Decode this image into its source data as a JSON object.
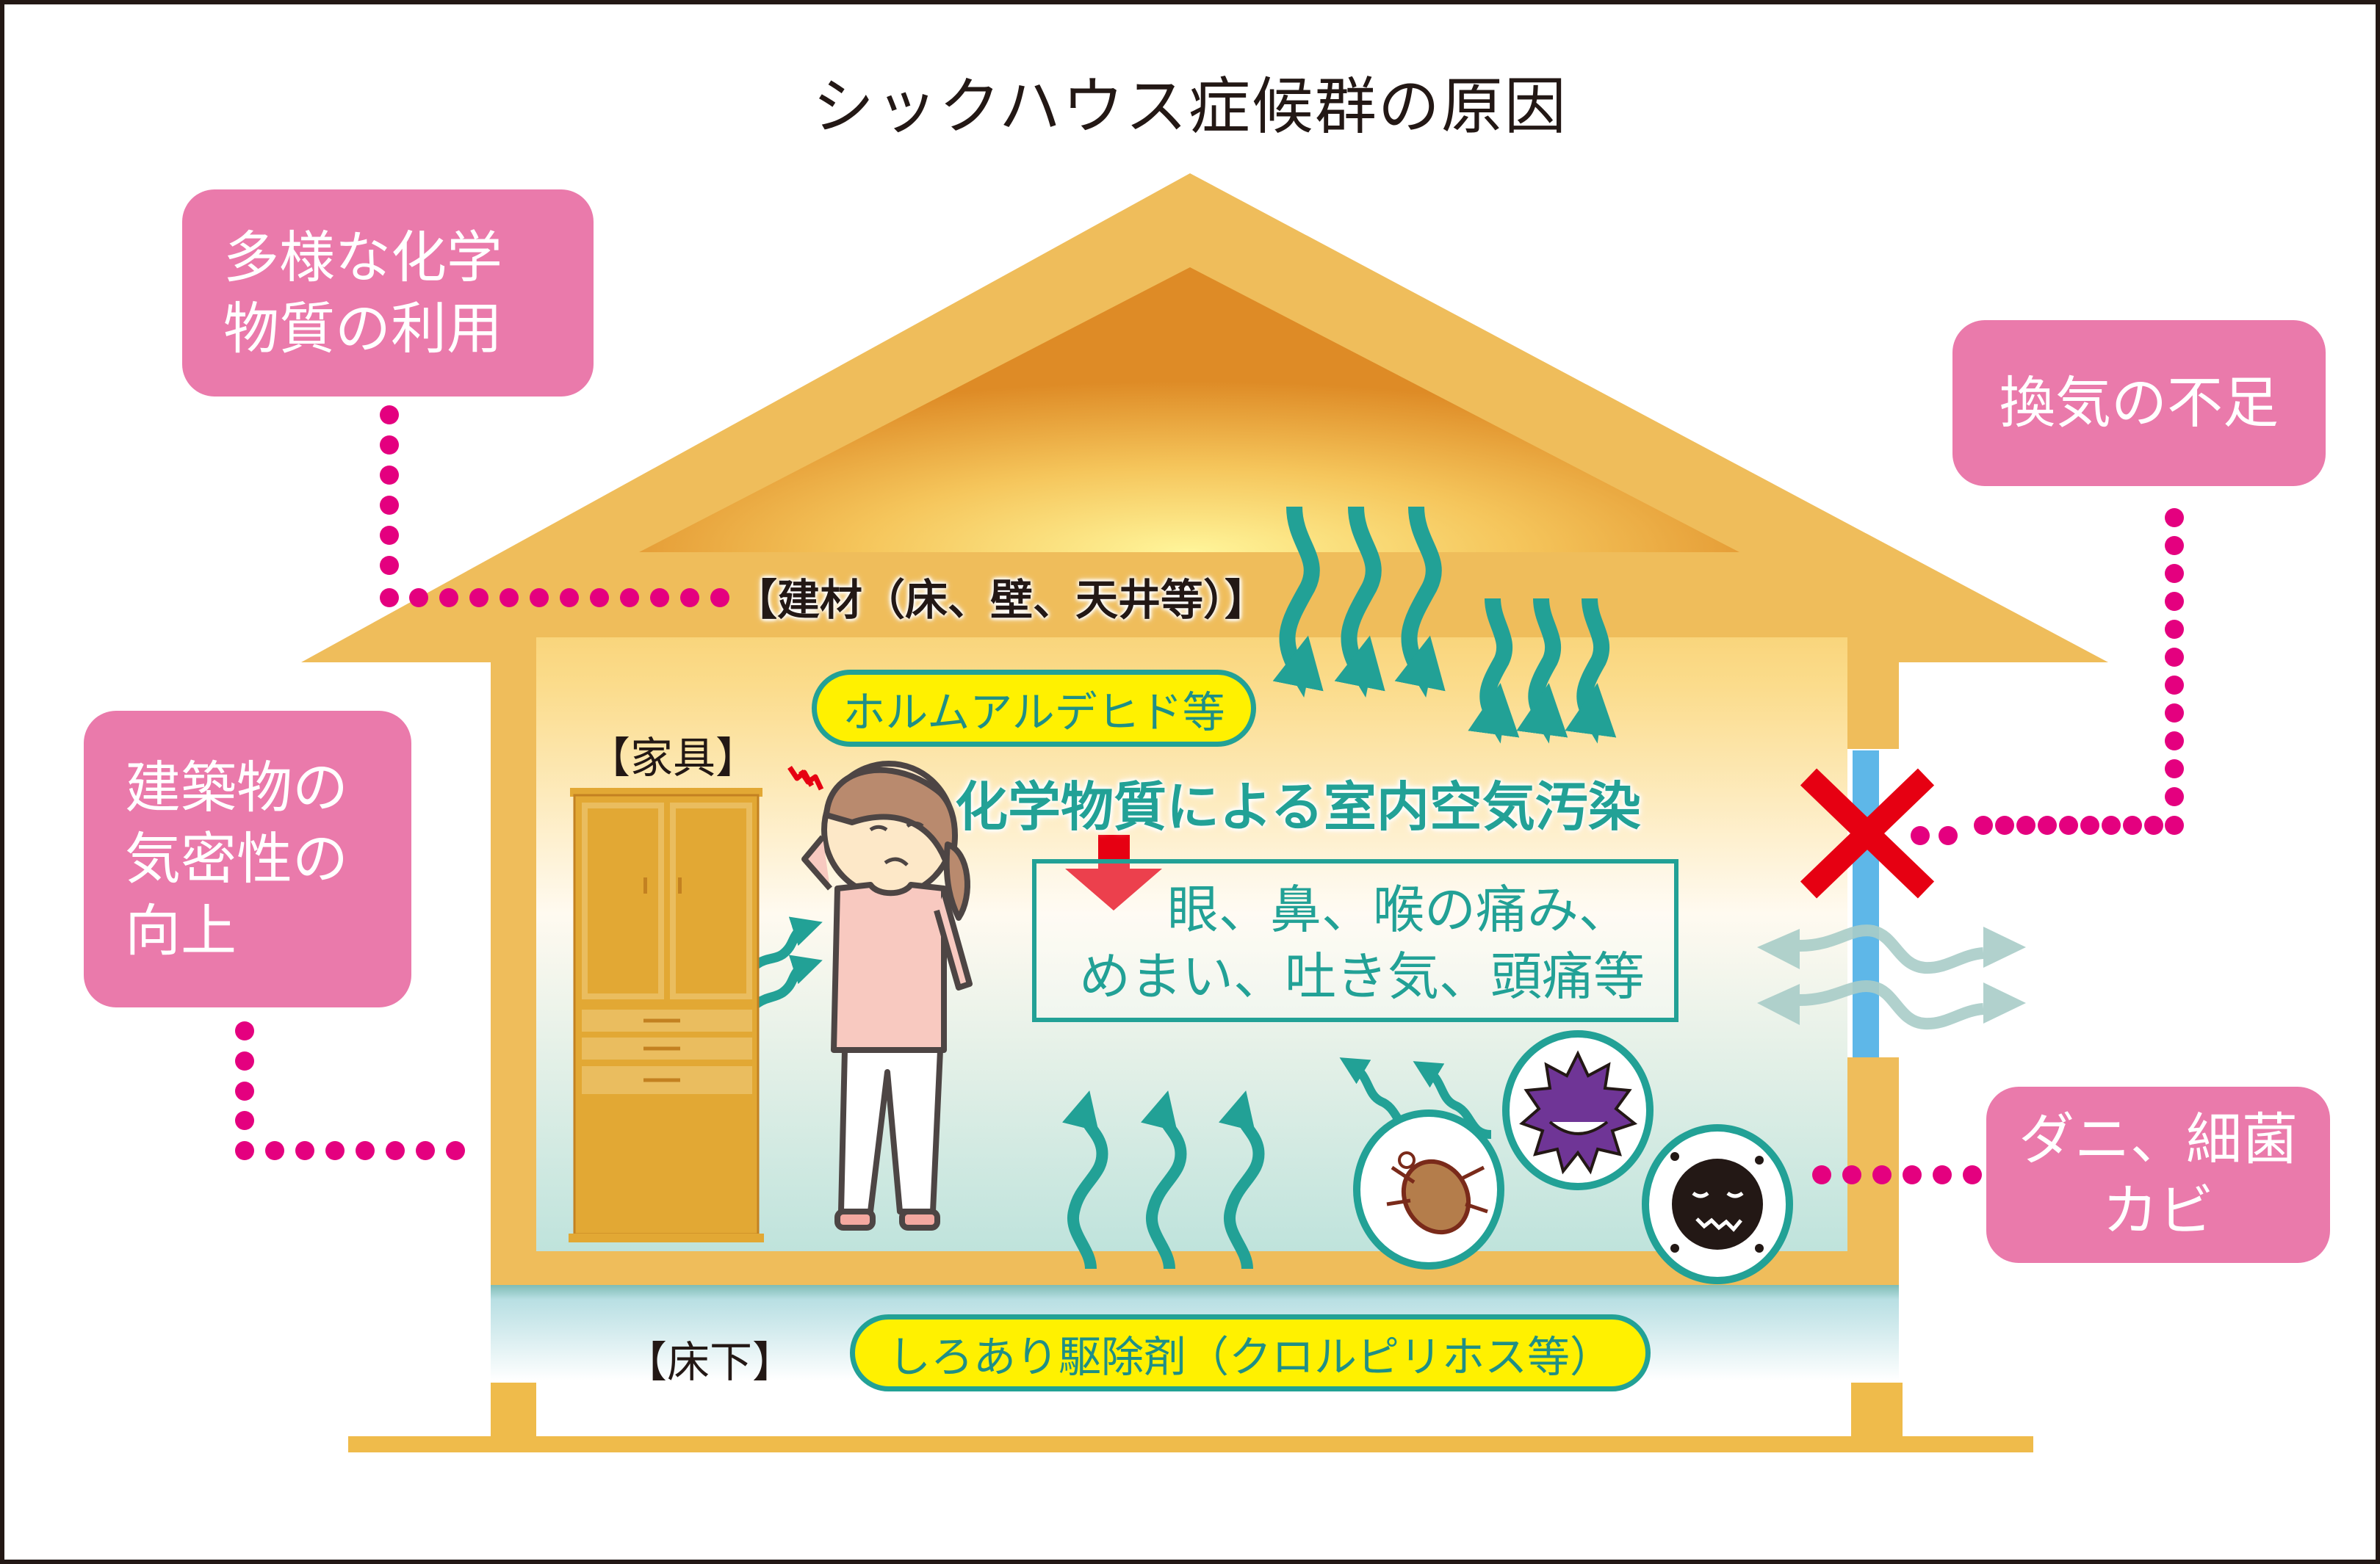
{
  "title": "シックハウス症候群の原因",
  "causes": {
    "chemicals": "多様な化学\n物質の利用",
    "ventilation": "換気の不足",
    "airtight": "建築物の\n気密性の\n向上",
    "mites": "ダニ、細菌\nカビ"
  },
  "sources": {
    "building_materials": "【建材（床、壁、天井等）】",
    "furniture": "【家具】",
    "underfloor": "【床下】"
  },
  "substances": {
    "formaldehyde": "ホルムアルデヒド等",
    "termiticide": "しろあり駆除剤（クロルピリホス等）"
  },
  "effects": {
    "pollution": "化学物質による室内空気汚染",
    "symptoms_line1": "眼、鼻、喉の痛み、",
    "symptoms_line2": "めまい、吐き気、頭痛等"
  },
  "colors": {
    "cause_box": "#ea7aab",
    "connector_dots": "#e4007f",
    "house_wood": "#efbd5b",
    "attic": "#de8b26",
    "arrow_teal": "#22a196",
    "pill_yellow": "#fff100",
    "alert_red": "#e60012",
    "window_blue": "#5eb7e8"
  },
  "icons": [
    "chemical-emission-arrows",
    "headache-woman",
    "wardrobe",
    "mite",
    "virus",
    "mold",
    "cross-mark",
    "air-flow-arrows"
  ]
}
